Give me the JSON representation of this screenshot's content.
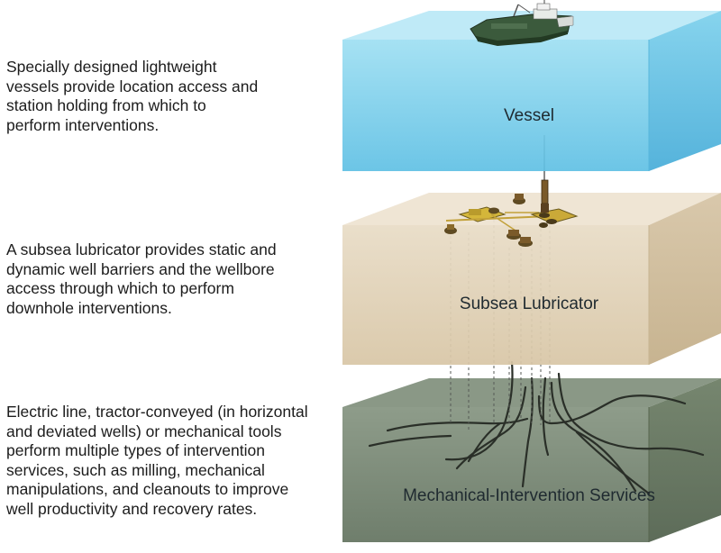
{
  "descriptions": {
    "vessel": "Specially designed lightweight\nvessels provide location access and\nstation holding from which to\nperform interventions.",
    "lubricator": "A subsea lubricator provides static and\ndynamic well barriers and the wellbore\naccess through which to perform\ndownhole interventions.",
    "services": "Electric line, tractor-conveyed (in horizontal\nand deviated wells) or mechanical tools\nperform multiple types of intervention\nservices, such as milling, mechanical\nmanipulations, and cleanouts to improve\nwell productivity and recovery rates."
  },
  "layers": {
    "vessel": "Vessel",
    "lubricator": "Subsea Lubricator",
    "services": "Mechanical-Intervention Services"
  },
  "colors": {
    "vessel_layer": "#8fd8ee",
    "lubricator_layer": "#e6d7c0",
    "services_layer": "#7f8e7c",
    "ship_hull": "#3b5a3c"
  }
}
